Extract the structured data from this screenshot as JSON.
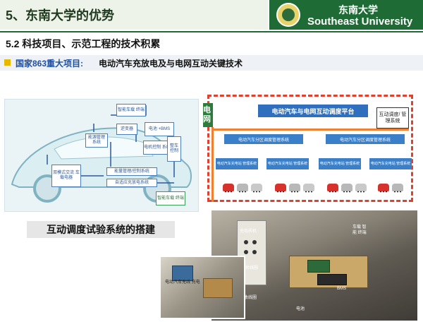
{
  "header": {
    "title": "5、东南大学的优势",
    "university_cn": "东南大学",
    "university_en": "Southeast University"
  },
  "section": {
    "title": "5.2 科技项目、示范工程的技术积累"
  },
  "subtitle": {
    "prefix": "国家863重大项目:",
    "text": "电动汽车充放电及与电网互动关键技术"
  },
  "car_diagram": {
    "boxes": [
      "智能车载 终端",
      "电池 +BMS",
      "逆变器",
      "电机控制 系统",
      "能源管理 系统",
      "整车 控制",
      "能量管理/控制系统",
      "自适应充放电系统",
      "双模式交流 车载电器",
      "智能车载 终端"
    ]
  },
  "grid_diagram": {
    "grid_label": "电网",
    "platform": "电动汽车与电网互动调度平台",
    "sched_system": "互动调度/ 管理系统",
    "zone_left": "电动汽车分区调度管理系统",
    "zone_right": "电动汽车分区调度管理系统",
    "station_label": "电动汽车充电站 管理系统"
  },
  "caption": "互动调度试验系统的搭建",
  "photo_labels": {
    "charger": "充电样机",
    "terminal": "车载 智能 终端",
    "transmitter": "发射线圈",
    "receiver": "接收线圈",
    "dc_supply": "电池",
    "bms": "BMS",
    "wireless": "电动汽车无线 充电"
  }
}
